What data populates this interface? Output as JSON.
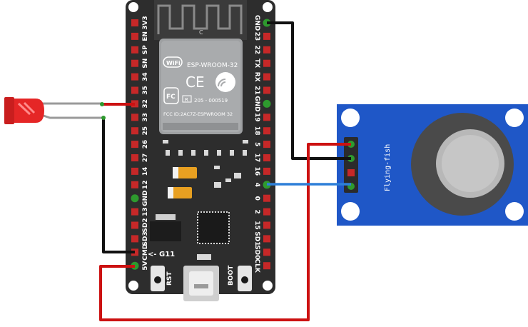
{
  "board": {
    "module_name": "ESP-WROOM-32",
    "wifi_logo": "WiFi",
    "ce_mark": "CE",
    "fcc_mark": "FC",
    "r_mark": "R",
    "r_code": "205 - 000519",
    "fcc_id": "FCC ID:2AC7Z-ESPWROOM 32",
    "antenna_letter": "C",
    "left_pin_labels": [
      "3V3",
      "EN",
      "SP",
      "SN",
      "34",
      "35",
      "32",
      "33",
      "25",
      "26",
      "27",
      "14",
      "12",
      "GND",
      "13",
      "SD2",
      "SD3",
      "CMD",
      "5V"
    ],
    "right_pin_labels": [
      "GND",
      "23",
      "22",
      "TX",
      "RX",
      "21",
      "GND",
      "19",
      "18",
      "5",
      "17",
      "16",
      "4",
      "0",
      "2",
      "15",
      "SD1",
      "SD0",
      "CLK"
    ],
    "g11_label": "G11",
    "rst_label": "RST",
    "boot_label": "BOOT"
  },
  "sensor": {
    "brand": "Flying-fish"
  },
  "colors": {
    "board": "#2d2d2d",
    "pin_red": "#c62828",
    "pin_green": "#2e9a2e",
    "sensor_blue": "#1f57c7",
    "wire_red": "#cc1111",
    "wire_black": "#111111",
    "wire_blue": "#2d7fd8",
    "wire_gray": "#9a9a9a",
    "led_red": "#e52626"
  },
  "icons": [
    "esp32-board",
    "led",
    "gas-sensor",
    "usb-port"
  ]
}
